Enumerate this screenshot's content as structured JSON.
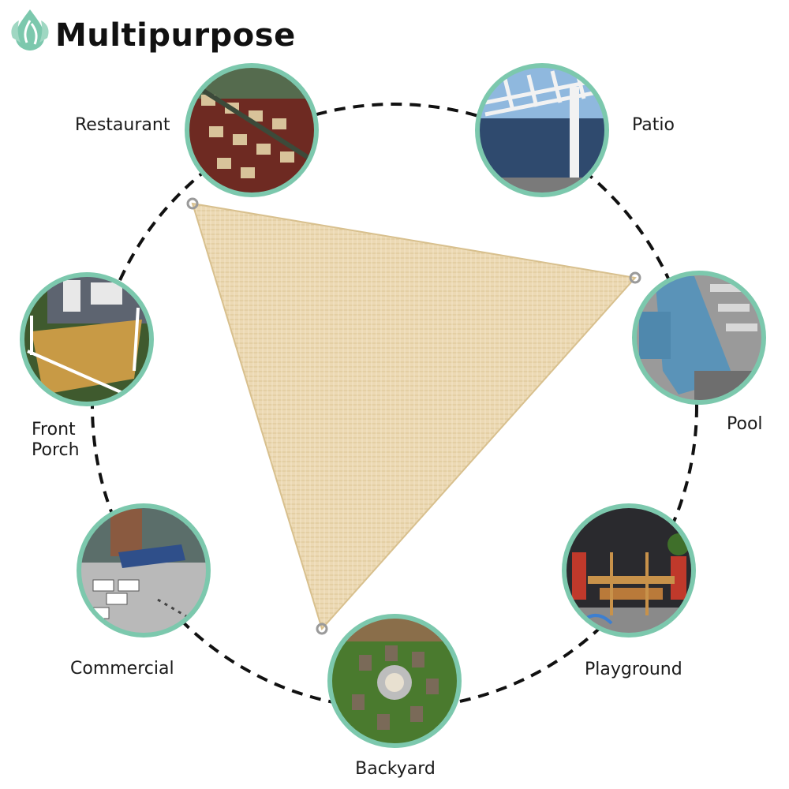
{
  "header": {
    "title": "Multipurpose",
    "logo_icon": "leaf-drop-icon",
    "accent_color": "#7cc8ad"
  },
  "product": {
    "name_icon": "triangle-shade-sail",
    "fabric_color": "#ecd9b4"
  },
  "uses": [
    {
      "id": "restaurant",
      "label": "Restaurant"
    },
    {
      "id": "patio",
      "label": "Patio"
    },
    {
      "id": "front-porch",
      "label_line1": "Front",
      "label_line2": "Porch"
    },
    {
      "id": "pool",
      "label": "Pool"
    },
    {
      "id": "commercial",
      "label": "Commercial"
    },
    {
      "id": "playground",
      "label": "Playground"
    },
    {
      "id": "backyard",
      "label": "Backyard"
    }
  ]
}
